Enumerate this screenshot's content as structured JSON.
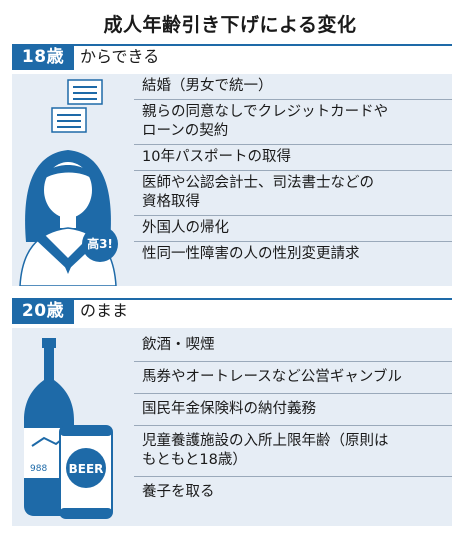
{
  "title": "成人年齢引き下げによる変化",
  "section18": {
    "label": "18歳",
    "suffix": "からできる",
    "badge": "高3!",
    "items": [
      "結婚（男女で統一）",
      "親らの同意なしでクレジットカードや\nローンの契約",
      "10年パスポートの取得",
      "医師や公認会計士、司法書士などの\n資格取得",
      "外国人の帰化",
      "性同一性障害の人の性別変更請求"
    ]
  },
  "section20": {
    "label": "20歳",
    "suffix": "のまま",
    "can_text": "BEER",
    "bottle_text": "988",
    "items": [
      "飲酒・喫煙",
      "馬券やオートレースなど公営ギャンブル",
      "国民年金保険料の納付義務",
      "児童養護施設の入所上限年齢（原則は\nもともと18歳）",
      "養子を取る"
    ]
  },
  "colors": {
    "accent": "#1e6aa8",
    "panel": "#e6edf5",
    "divider": "#9aa9ba"
  }
}
